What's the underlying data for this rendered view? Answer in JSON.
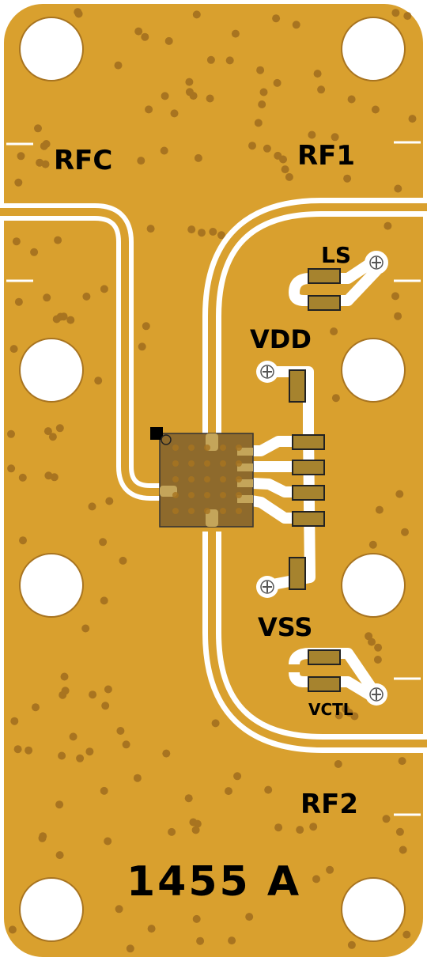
{
  "board": {
    "part_number": "1455 A",
    "colors": {
      "copper": "#D9A02E",
      "via": "#A87420",
      "trace": "#FFFFFF",
      "pad": "#A6832E",
      "chip": "#8E6A2C",
      "text": "#000000"
    }
  },
  "ports": {
    "rfc": "RFC",
    "rf1": "RF1",
    "rf2": "RF2"
  },
  "pins": {
    "ls": "LS",
    "vdd": "VDD",
    "vss": "VSS",
    "vctl": "VCTL"
  }
}
